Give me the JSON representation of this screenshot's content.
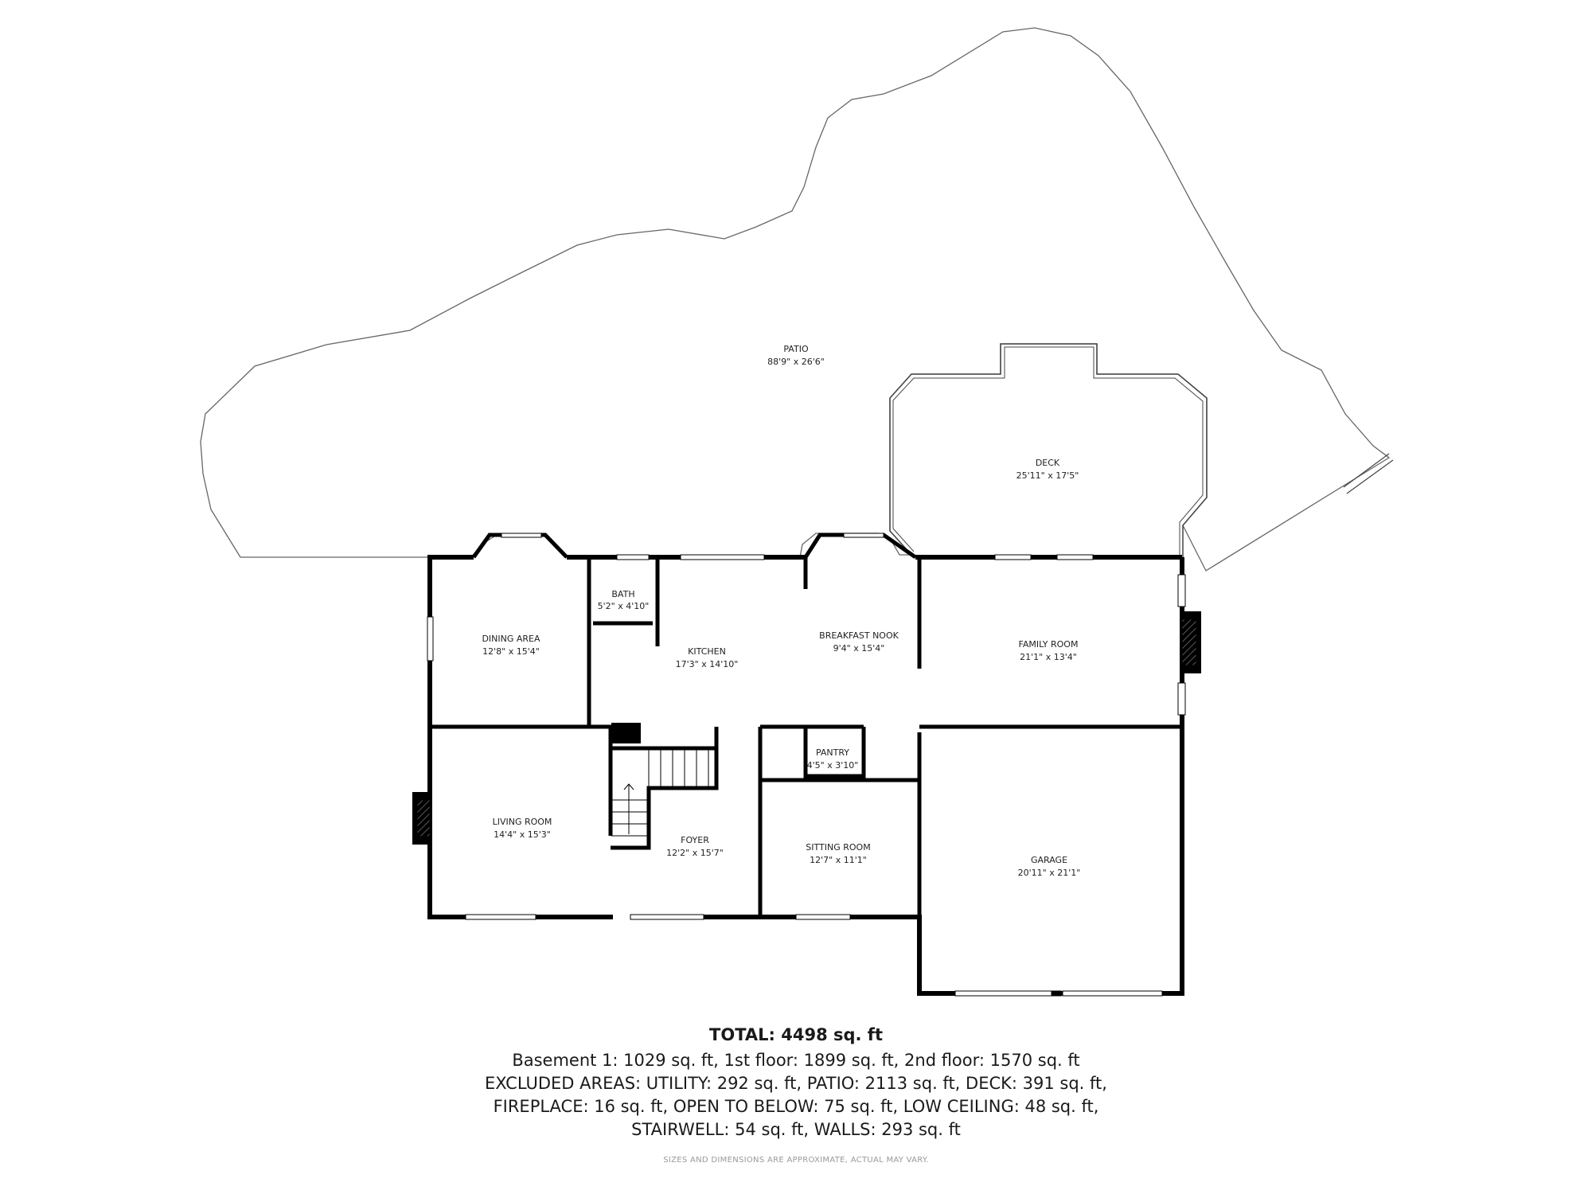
{
  "rooms": [
    {
      "id": "patio",
      "name": "PATIO",
      "dim": "88'9\" x 26'6\""
    },
    {
      "id": "deck",
      "name": "DECK",
      "dim": "25'11\" x 17'5\""
    },
    {
      "id": "bath",
      "name": "BATH",
      "dim": "5'2\" x 4'10\""
    },
    {
      "id": "dining",
      "name": "DINING AREA",
      "dim": "12'8\" x 15'4\""
    },
    {
      "id": "kitchen",
      "name": "KITCHEN",
      "dim": "17'3\" x 14'10\""
    },
    {
      "id": "breakfast",
      "name": "BREAKFAST NOOK",
      "dim": "9'4\" x 15'4\""
    },
    {
      "id": "family",
      "name": "FAMILY ROOM",
      "dim": "21'1\" x 13'4\""
    },
    {
      "id": "pantry",
      "name": "PANTRY",
      "dim": "4'5\" x 3'10\""
    },
    {
      "id": "living",
      "name": "LIVING ROOM",
      "dim": "14'4\" x 15'3\""
    },
    {
      "id": "foyer",
      "name": "FOYER",
      "dim": "12'2\" x 15'7\""
    },
    {
      "id": "sitting",
      "name": "SITTING ROOM",
      "dim": "12'7\" x 11'1\""
    },
    {
      "id": "garage",
      "name": "GARAGE",
      "dim": "20'11\" x 21'1\""
    }
  ],
  "summary": {
    "total": "TOTAL: 4498 sq. ft",
    "line1": "Basement 1: 1029 sq. ft, 1st floor: 1899 sq. ft, 2nd floor: 1570 sq. ft",
    "line2": "EXCLUDED AREAS: UTILITY: 292 sq. ft, PATIO: 2113 sq. ft, DECK: 391 sq. ft,",
    "line3": "FIREPLACE: 16 sq. ft, OPEN TO BELOW: 75 sq. ft, LOW CEILING: 48 sq. ft,",
    "line4": "STAIRWELL: 54 sq. ft, WALLS: 293 sq. ft",
    "disclaimer": "SIZES AND DIMENSIONS ARE APPROXIMATE, ACTUAL MAY VARY."
  }
}
